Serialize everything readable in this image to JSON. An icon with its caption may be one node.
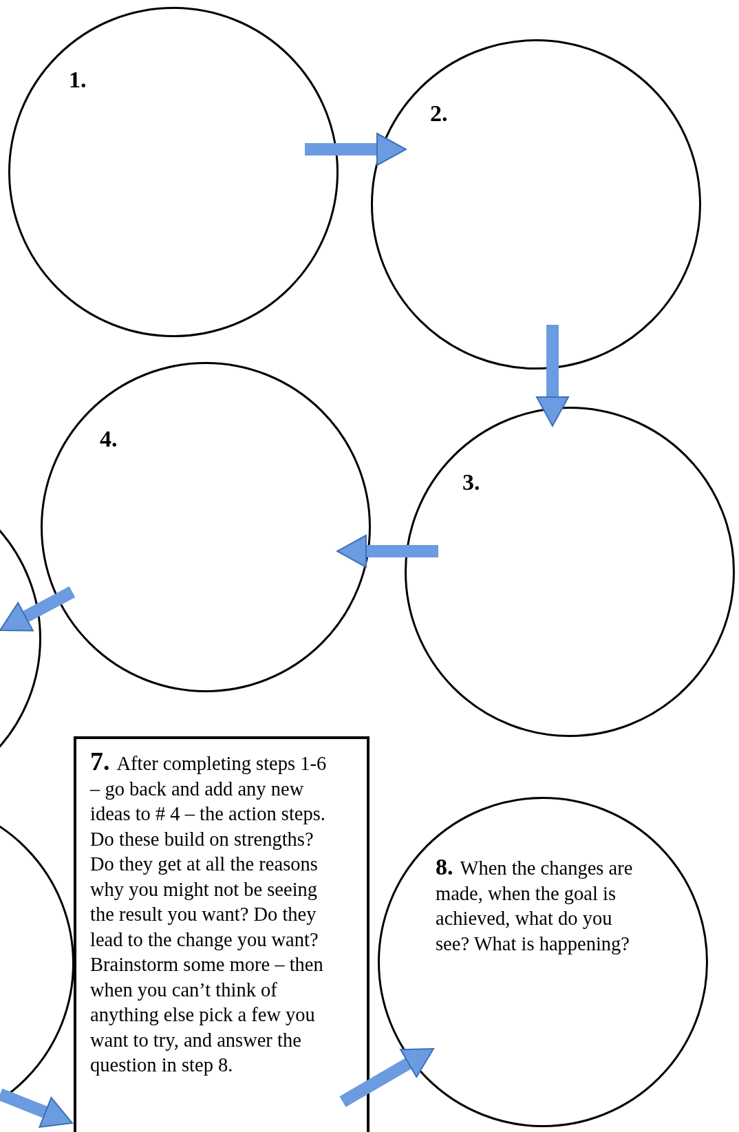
{
  "diagram": {
    "nodes": [
      {
        "text": [
          "1."
        ]
      },
      {
        "text": [
          "2."
        ]
      },
      {
        "text": [
          "3."
        ]
      },
      {
        "text": [
          "4."
        ]
      },
      {
        "text": [],
        "shape": "circle"
      },
      {
        "text": [],
        "shape": "circle"
      },
      {
        "text": [
          "7.",
          "After completing steps 1-6 – go back and add any new ideas to # 4 – the action steps. Do these build on strengths? Do they get at all the reasons why you might not be seeing the result you want? Do they lead to the change you want? Brainstorm some more – then when you can’t think of anything else pick a few you want to try, and answer the question in step 8."
        ]
      },
      {
        "text": [
          "8.",
          "When the changes are made, when the goal is achieved, what do you see? What is happening?"
        ]
      }
    ],
    "edges": [
      {
        "from": 0,
        "to": 1,
        "arrow": "to"
      },
      {
        "from": 1,
        "to": 2,
        "arrow": "to"
      },
      {
        "from": 2,
        "to": 3,
        "arrow": "to"
      },
      {
        "from": 3,
        "to": 4,
        "arrow": "to"
      },
      {
        "from": 5,
        "to": 6,
        "arrow": "to"
      },
      {
        "from": 6,
        "to": 7,
        "arrow": "to"
      }
    ]
  }
}
